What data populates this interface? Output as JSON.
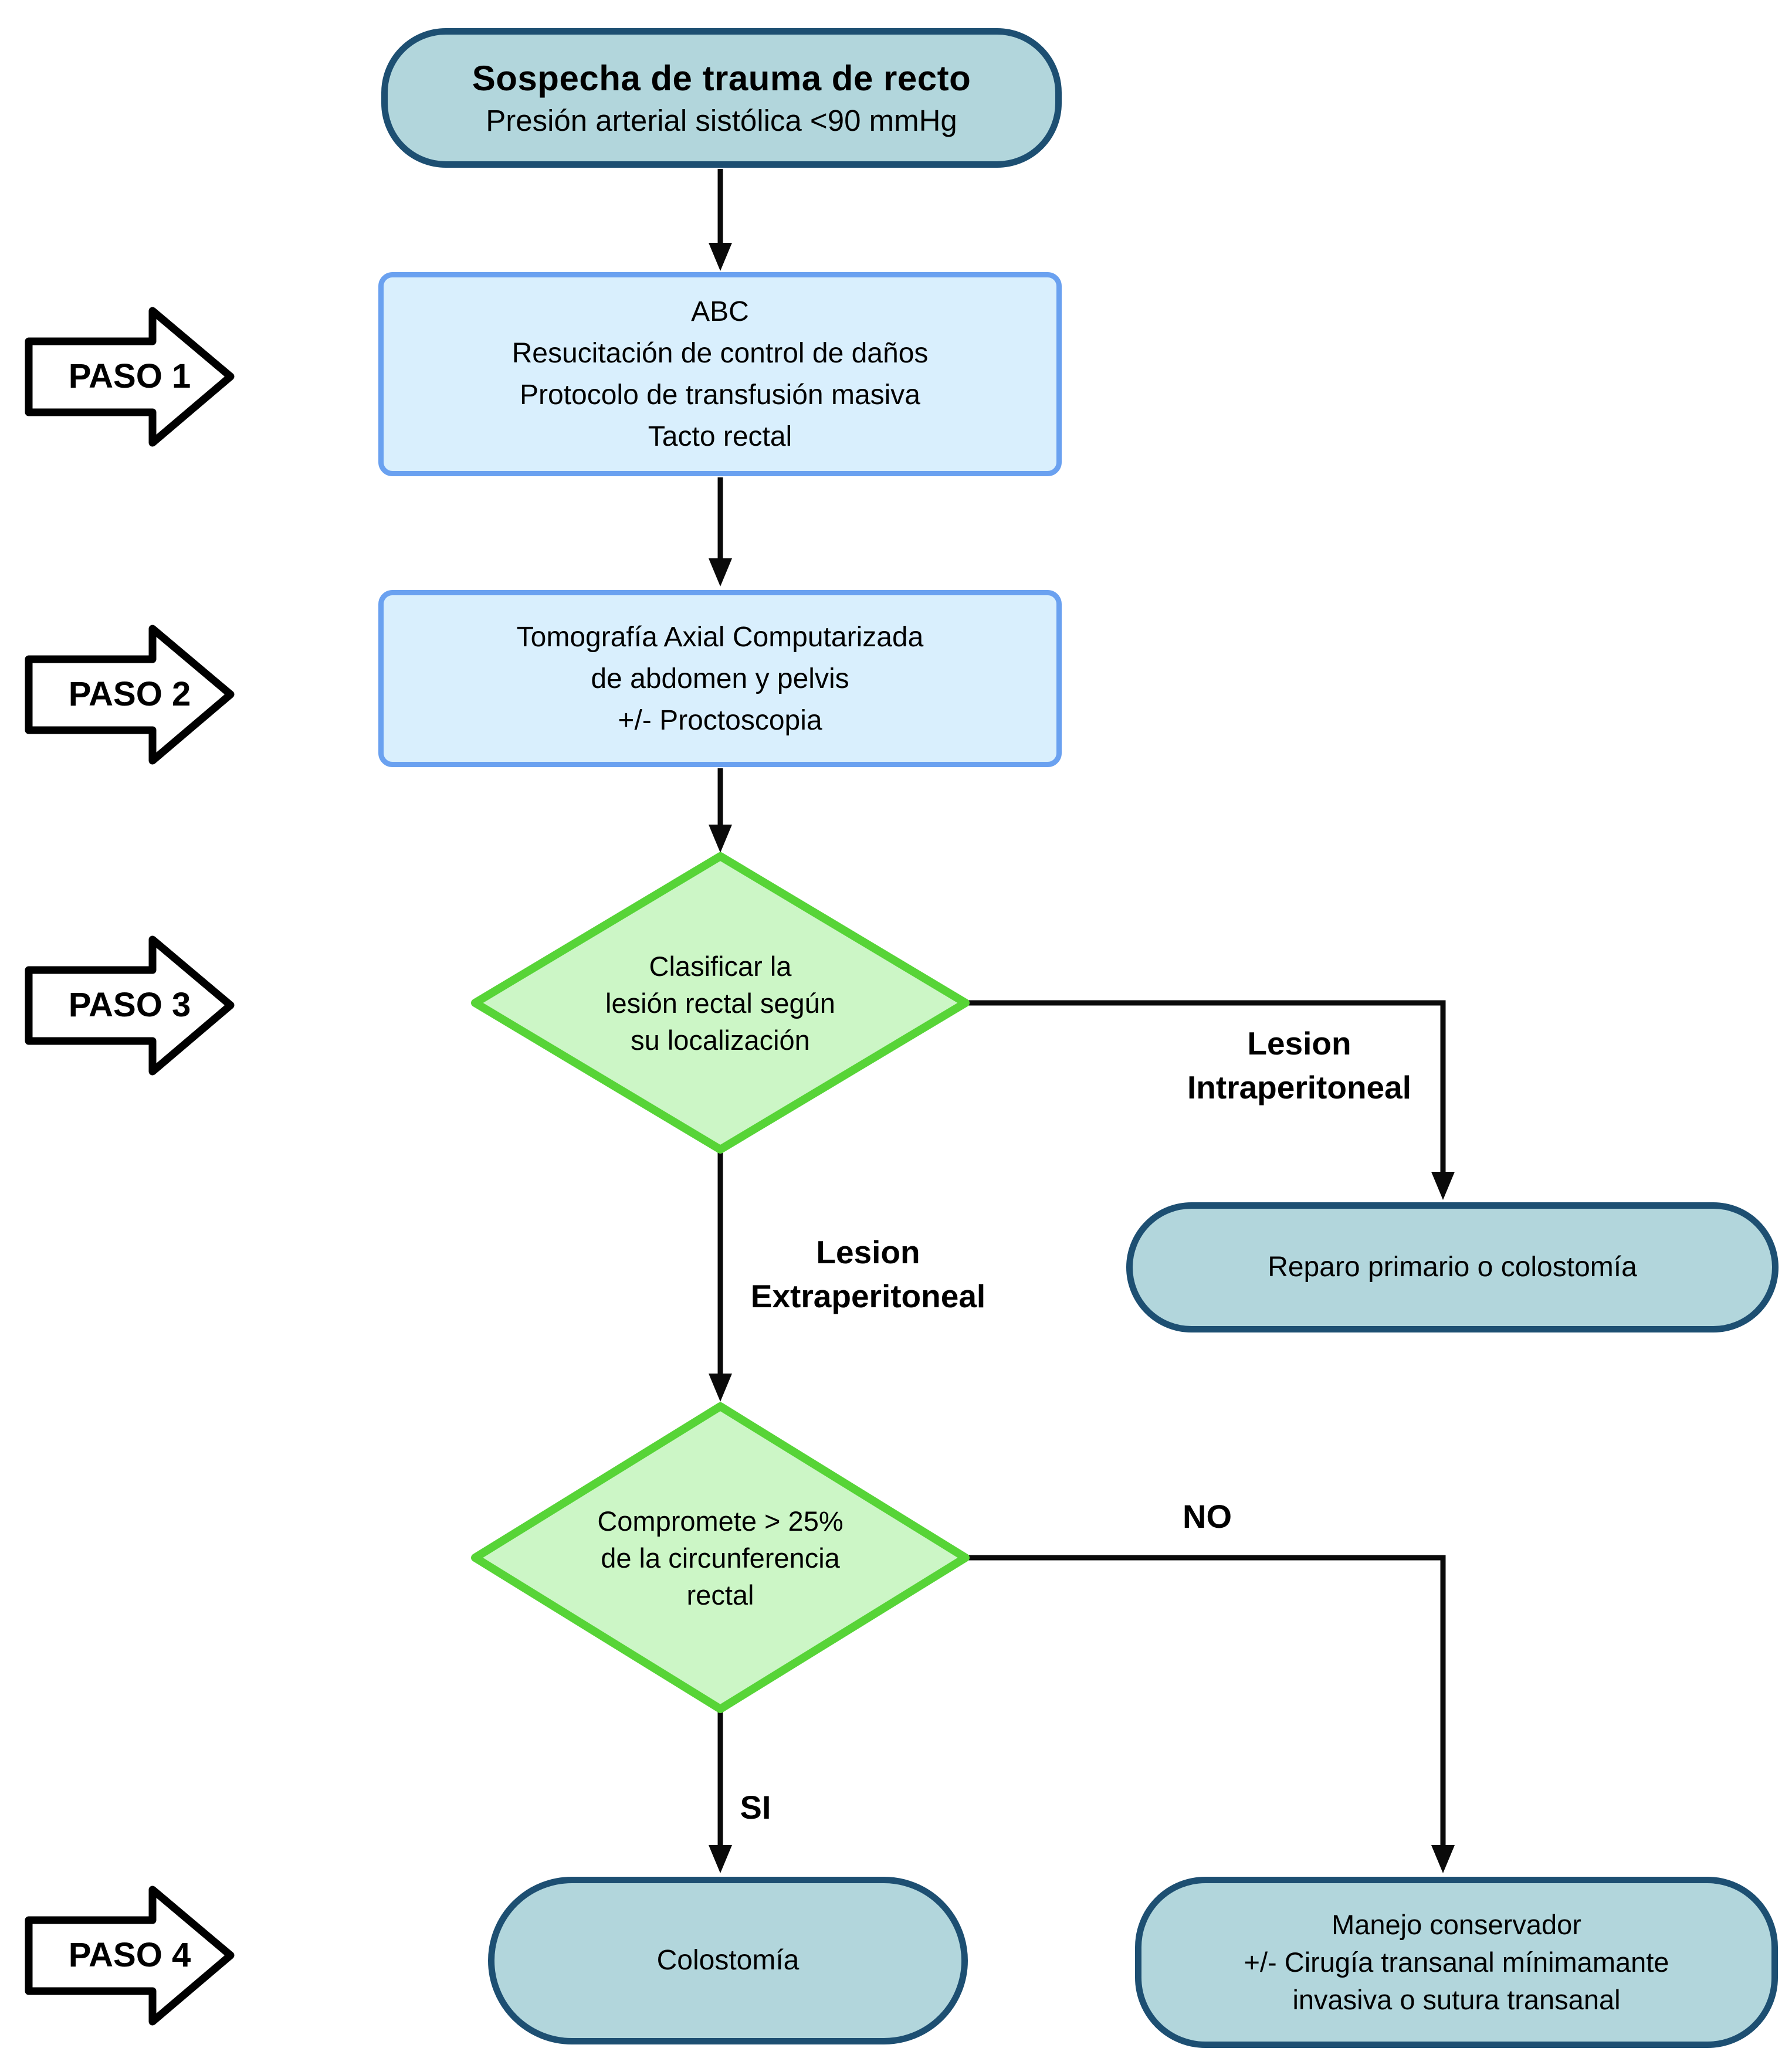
{
  "flowchart": {
    "start": {
      "title": "Sospecha de trauma de recto",
      "subtitle": "Presión arterial sistólica <90 mmHg"
    },
    "steps": [
      {
        "label": "PASO 1"
      },
      {
        "label": "PASO 2"
      },
      {
        "label": "PASO 3"
      },
      {
        "label": "PASO 4"
      }
    ],
    "process1": {
      "lines": [
        "ABC",
        "Resucitación de control de daños",
        "Protocolo de transfusión masiva",
        "Tacto rectal"
      ]
    },
    "process2": {
      "lines": [
        "Tomografía Axial Computarizada",
        "de abdomen y pelvis",
        "+/- Proctoscopia"
      ]
    },
    "decision1": {
      "lines": [
        "Clasificar la",
        "lesión rectal según",
        "su localización"
      ]
    },
    "decision2": {
      "lines": [
        "Compromete > 25%",
        "de la circunferencia",
        "rectal"
      ]
    },
    "branch_labels": {
      "intraperitoneal_line1": "Lesion",
      "intraperitoneal_line2": "Intraperitoneal",
      "extraperitoneal_line1": "Lesion",
      "extraperitoneal_line2": "Extraperitoneal",
      "no": "NO",
      "si": "SI"
    },
    "terminal_reparo": {
      "line": "Reparo primario o colostomía"
    },
    "terminal_colostomia": {
      "line": "Colostomía"
    },
    "terminal_manejo": {
      "lines": [
        "Manejo conservador",
        "+/- Cirugía transanal mínimamante",
        "invasiva o sutura transanal"
      ]
    },
    "colors": {
      "terminal_fill": "#b2d6dc",
      "terminal_border": "#1d4f72",
      "process_fill": "#d9effd",
      "process_border": "#6aa1f0",
      "decision_fill": "#ccf6c6",
      "decision_border": "#57d437",
      "connector": "#0a0a0a",
      "step_arrow_fill": "#ffffff",
      "step_arrow_border": "#000000"
    }
  }
}
